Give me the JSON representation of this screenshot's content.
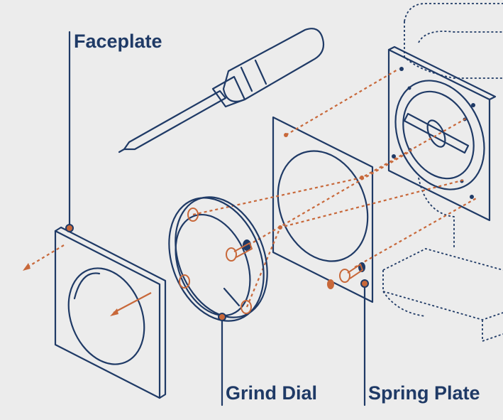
{
  "labels": {
    "faceplate": "Faceplate",
    "grind_dial": "Grind Dial",
    "spring_plate": "Spring Plate"
  },
  "colors": {
    "line": "#1f3a66",
    "accent": "#c8683a",
    "background": "#ececec"
  }
}
